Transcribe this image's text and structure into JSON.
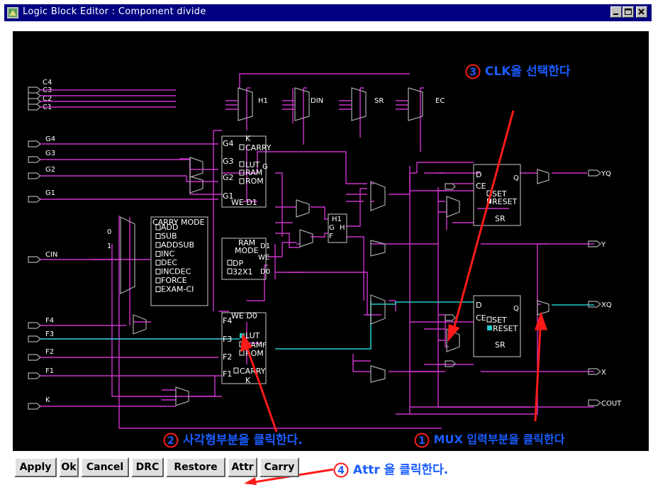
{
  "window": {
    "title": "Logic Block Editor : Component divide",
    "controls": [
      "minimize",
      "maximize",
      "close"
    ]
  },
  "buttons": {
    "apply": "Apply",
    "ok": "Ok",
    "cancel": "Cancel",
    "drc": "DRC",
    "restore": "Restore",
    "attr": "Attr",
    "carry": "Carry"
  },
  "schematic": {
    "left_pins": {
      "c4": "C4",
      "c3": "C3",
      "c2": "C2",
      "c1": "C1",
      "g4": "G4",
      "g3": "G3",
      "g2": "G2",
      "g1": "G1",
      "cin": "CIN",
      "f4": "F4",
      "f3": "F3",
      "f2": "F2",
      "f1": "F1",
      "k": "K"
    },
    "right_pins": {
      "yq": "YQ",
      "y": "Y",
      "xq": "XQ",
      "x": "X",
      "cout": "COUT"
    },
    "mux_labels": {
      "h1": "H1",
      "din": "DIN",
      "sr": "SR",
      "ec": "EC",
      "carry_mux_0": "0",
      "carry_mux_1": "1"
    },
    "g_lut": {
      "top_k": "K",
      "carry": "CARRY",
      "lut": "LUT",
      "ram": "RAM",
      "rom": "ROM",
      "in_g4": "G4",
      "in_g3": "G3",
      "in_g2": "G2",
      "in_g1": "G1",
      "out_g": "G",
      "we_d1": "WE D1"
    },
    "f_lut": {
      "we_d0": "WE D0",
      "lut": "LUT",
      "ram": "RAM",
      "rom": "ROM",
      "carry": "CARRY",
      "bottom_k": "K",
      "in_f4": "F4",
      "in_f3": "F3",
      "in_f2": "F2",
      "in_f1": "F1",
      "out_f": "F"
    },
    "carry_mode": {
      "title": "CARRY MODE",
      "options": [
        "ADD",
        "SUB",
        "ADDSUB",
        "INC",
        "DEC",
        "INCDEC",
        "FORCE",
        "EXAM-CI"
      ]
    },
    "ram_mode": {
      "title_1": "RAM",
      "title_2": "MODE",
      "options": [
        "DP",
        "32X1"
      ],
      "pins": {
        "d1": "D1",
        "we": "WE",
        "d0": "D0"
      }
    },
    "h_block": {
      "h1": "H1",
      "g": "G",
      "h": "H",
      "f": "F"
    },
    "ff_upper": {
      "d": "D",
      "ce": "CE",
      "q": "Q",
      "set": "SET",
      "reset": "RESET",
      "sr": "SR"
    },
    "ff_lower": {
      "d": "D",
      "ce": "CE",
      "q": "Q",
      "set": "SET",
      "reset": "RESET",
      "sr": "SR"
    }
  },
  "annotations": {
    "step1": {
      "num": "1",
      "text": "MUX 입력부분을 클릭한다"
    },
    "step2": {
      "num": "2",
      "text": "사각형부분을 클릭한다."
    },
    "step3": {
      "num": "3",
      "text": "CLK을 선택한다"
    },
    "step4": {
      "num": "4",
      "text": "Attr 을 클릭한다."
    }
  },
  "colors": {
    "title_bar": "#000080",
    "canvas_bg": "#000000",
    "wire": "#cc33cc",
    "highlight_wire": "#22cccc",
    "component": "#aaaaaa",
    "label": "#ffffff",
    "annotation_text": "#1a5cff",
    "annotation_circle": "#ff1a1a",
    "arrow": "#ff1a1a"
  }
}
